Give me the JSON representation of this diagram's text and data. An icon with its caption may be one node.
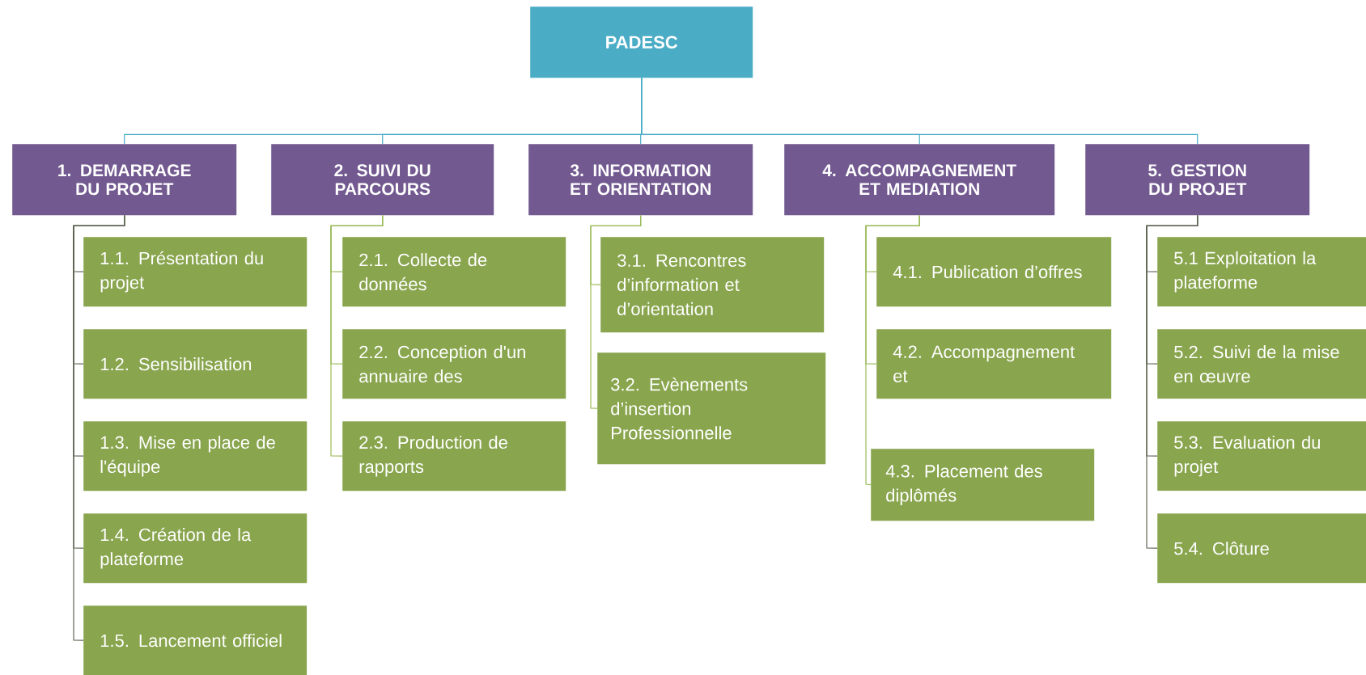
{
  "diagram": {
    "nodes": [
      {
        "text": [
          "PADESC"
        ]
      },
      {
        "text": [
          "1. DEMARRAGE DU PROJET"
        ]
      },
      {
        "text": [
          "2. SUIVI DU PARCOURS"
        ]
      },
      {
        "text": [
          "3. INFORMATION ET ORIENTATION"
        ]
      },
      {
        "text": [
          "4. ACCOMPAGNEMENT ET MEDIATION"
        ]
      },
      {
        "text": [
          "5. GESTION DU PROJET"
        ]
      },
      {
        "text": [
          "1.1. Présentation du projet"
        ]
      },
      {
        "text": [
          "1.2. Sensibilisation"
        ]
      },
      {
        "text": [
          "1.3. Mise en place de l'équipe"
        ]
      },
      {
        "text": [
          "1.4. Création de la plateforme"
        ]
      },
      {
        "text": [
          "1.5. Lancement officiel"
        ]
      },
      {
        "text": [
          "2.1. Collecte de données"
        ]
      },
      {
        "text": [
          "2.2. Conception d'un annuaire des"
        ]
      },
      {
        "text": [
          "2.3. Production de rapports"
        ]
      },
      {
        "text": [
          "3.1. Rencontres d’information et d’orientation"
        ]
      },
      {
        "text": [
          "3.2. Evènements d’insertion Professionnelle"
        ]
      },
      {
        "text": [
          "4.1. Publication d’offres"
        ]
      },
      {
        "text": [
          "4.2. Accompagnement et"
        ]
      },
      {
        "text": [
          "4.3. Placement des diplômés"
        ]
      },
      {
        "text": [
          "5.1 Exploitation la plateforme"
        ]
      },
      {
        "text": [
          "5.2. Suivi de la mise en œuvre"
        ]
      },
      {
        "text": [
          "5.3. Evaluation du projet"
        ]
      },
      {
        "text": [
          "5.4. Clôture"
        ]
      }
    ],
    "edges": [
      {
        "from": 0,
        "to": 1,
        "arrow": "none",
        "color": "#4bacc6"
      },
      {
        "from": 0,
        "to": 2,
        "arrow": "none",
        "color": "#4bacc6"
      },
      {
        "from": 0,
        "to": 3,
        "arrow": "none",
        "color": "#4bacc6"
      },
      {
        "from": 0,
        "to": 4,
        "arrow": "none",
        "color": "#4bacc6"
      },
      {
        "from": 0,
        "to": 5,
        "arrow": "none",
        "color": "#4bacc6"
      },
      {
        "from": 1,
        "to": 6,
        "arrow": "none"
      },
      {
        "from": 1,
        "to": 7,
        "arrow": "none"
      },
      {
        "from": 1,
        "to": 8,
        "arrow": "none"
      },
      {
        "from": 1,
        "to": 9,
        "arrow": "none"
      },
      {
        "from": 1,
        "to": 10,
        "arrow": "none"
      },
      {
        "from": 2,
        "to": 11,
        "arrow": "none",
        "color": "#9bbb59"
      },
      {
        "from": 2,
        "to": 12,
        "arrow": "none",
        "color": "#9bbb59"
      },
      {
        "from": 2,
        "to": 13,
        "arrow": "none",
        "color": "#9bbb59"
      },
      {
        "from": 3,
        "to": 14,
        "arrow": "none",
        "color": "#9bbb59"
      },
      {
        "from": 3,
        "to": 15,
        "arrow": "none",
        "color": "#9bbb59"
      },
      {
        "from": 4,
        "to": 16,
        "arrow": "none",
        "color": "#9bbb59"
      },
      {
        "from": 4,
        "to": 17,
        "arrow": "none",
        "color": "#9bbb59"
      },
      {
        "from": 4,
        "to": 18,
        "arrow": "none",
        "color": "#9bbb59"
      },
      {
        "from": 5,
        "to": 19,
        "arrow": "none"
      },
      {
        "from": 5,
        "to": 20,
        "arrow": "none"
      },
      {
        "from": 5,
        "to": 21,
        "arrow": "none"
      },
      {
        "from": 5,
        "to": 22,
        "arrow": "none"
      }
    ]
  }
}
